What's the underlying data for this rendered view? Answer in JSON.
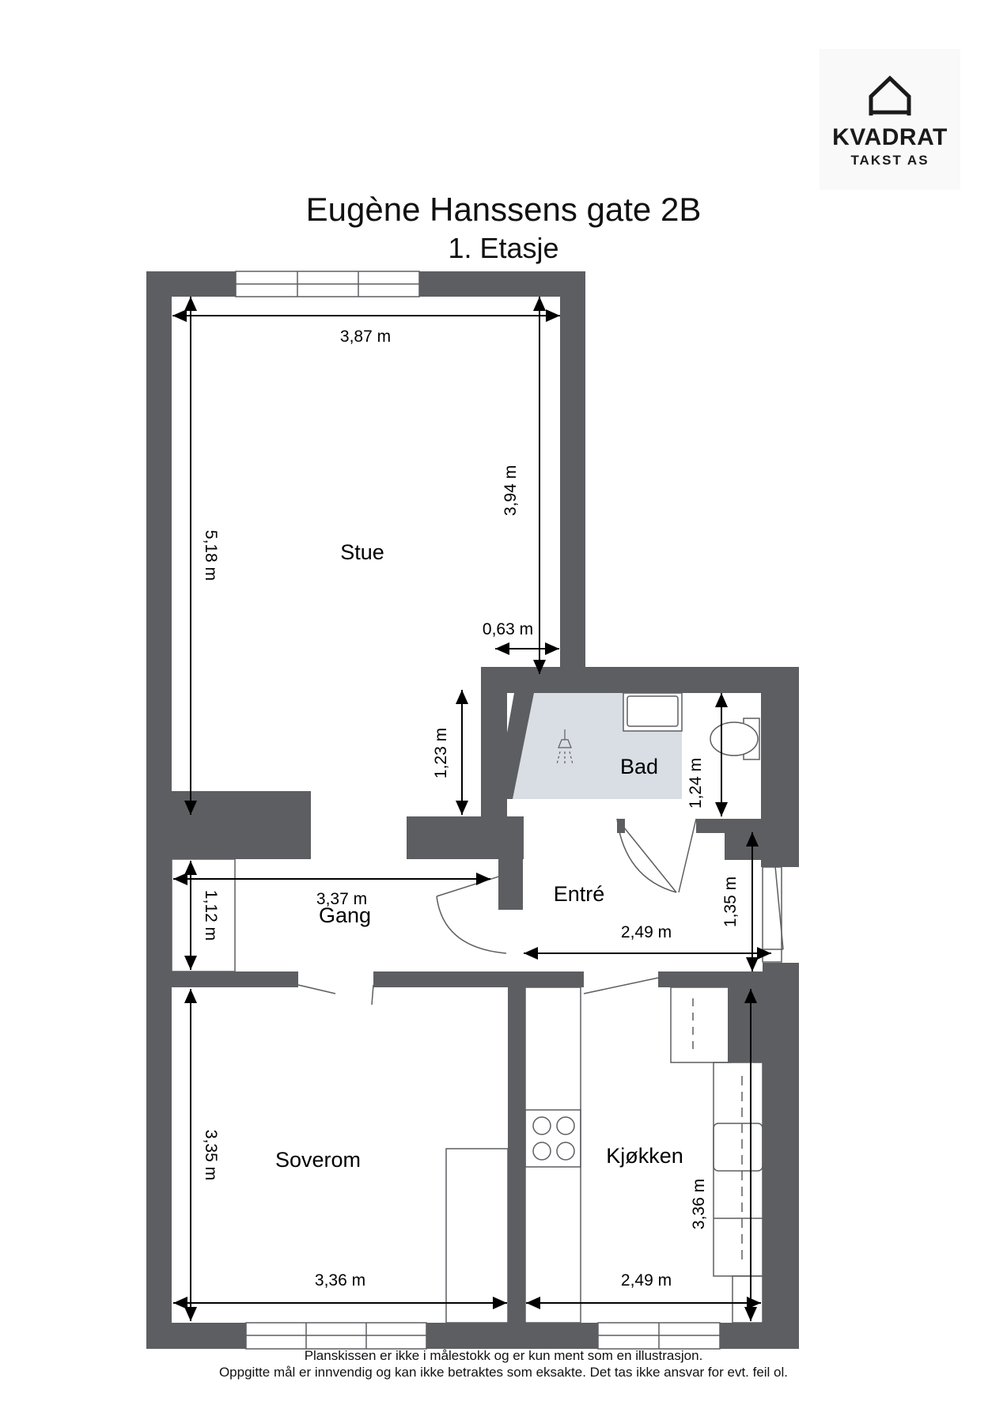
{
  "logo": {
    "name": "KVADRAT",
    "subtitle": "TAKST AS",
    "icon": "house-icon"
  },
  "title": "Eugène Hanssens gate 2B",
  "subtitle": "1. Etasje",
  "rooms": {
    "stue": "Stue",
    "bad": "Bad",
    "entre": "Entré",
    "gang": "Gang",
    "soverom": "Soverom",
    "kjokken": "Kjøkken"
  },
  "dimensions": {
    "stue_width": "3,87 m",
    "stue_depth_right": "3,94 m",
    "stue_depth_left": "5,18 m",
    "stue_offset": "0,63 m",
    "bad_depth_left": "1,23 m",
    "bad_depth_right": "1,24 m",
    "gang_width": "3,37 m",
    "gang_depth": "1,12 m",
    "entre_width": "2,49 m",
    "entre_depth": "1,35 m",
    "soverom_depth": "3,35 m",
    "soverom_width": "3,36 m",
    "kjokken_width": "2,49 m",
    "kjokken_depth": "3,36 m"
  },
  "footer": {
    "line1": "Planskissen er ikke i målestokk og er kun ment som en illustrasjon.",
    "line2": "Oppgitte mål er innvendig og kan ikke betraktes som eksakte. Det tas ikke ansvar for evt. feil ol."
  },
  "colors": {
    "wall": "#5d5e62",
    "bathroom": "#d9dde4",
    "dimension_line": "#000000"
  }
}
